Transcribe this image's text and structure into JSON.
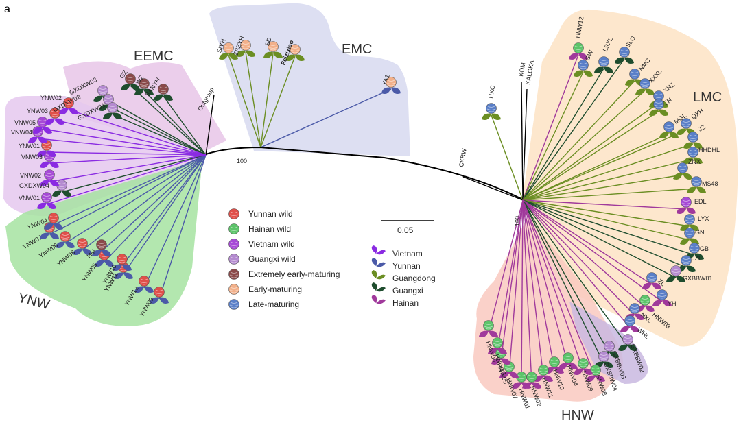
{
  "panel_label": "a",
  "scale_bar_label": "0.05",
  "bootstrap_labels": [
    "100",
    "100"
  ],
  "colors": {
    "vietnam": "#8a2be2",
    "yunnan": "#4b5aa8",
    "guangdong": "#6b8e23",
    "guangxi": "#1f4d2e",
    "hainan": "#a0399b",
    "yunnan_wild": "#e0504a",
    "hainan_wild": "#5cc46a",
    "vietnam_wild": "#a64ad6",
    "guangxi_wild": "#b48ad0",
    "extremely_early": "#8a4a4a",
    "early": "#f2b08a",
    "late": "#5a7fc8",
    "eemc_bg": "#e8c6e8",
    "emc_bg": "#d7d9f0",
    "lmc_bg": "#fde3c4",
    "ynw_bg": "#a6e3a1",
    "hnw_bg": "#f9c9c0",
    "purple_bg": "#e5c8ee",
    "gxbbw_bg": "#c9b8e0"
  },
  "groups": [
    {
      "label": "EEMC"
    },
    {
      "label": "EMC"
    },
    {
      "label": "LMC"
    },
    {
      "label": "YNW"
    },
    {
      "label": "HNW"
    }
  ],
  "legend_color": [
    {
      "label": "Yunnan wild",
      "color": "#e0504a"
    },
    {
      "label": "Hainan wild",
      "color": "#5cc46a"
    },
    {
      "label": "Vietnam wild",
      "color": "#a64ad6"
    },
    {
      "label": "Guangxi wild",
      "color": "#b48ad0"
    },
    {
      "label": "Extremely early-maturing",
      "color": "#8a4a4a"
    },
    {
      "label": "Early-maturing",
      "color": "#f2b08a"
    },
    {
      "label": "Late-maturing",
      "color": "#5a7fc8"
    }
  ],
  "legend_leaf": [
    {
      "label": "Vietnam",
      "color": "#8a2be2"
    },
    {
      "label": "Yunnan",
      "color": "#4b5aa8"
    },
    {
      "label": "Guangdong",
      "color": "#6b8e23"
    },
    {
      "label": "Guangxi",
      "color": "#1f4d2e"
    },
    {
      "label": "Hainan",
      "color": "#a0399b"
    }
  ],
  "tips": [
    {
      "label": "GXDXW03",
      "color": "#b48ad0",
      "leaf": "#1f4d2e"
    },
    {
      "label": "GXDXW02",
      "color": "#b48ad0",
      "leaf": "#1f4d2e"
    },
    {
      "label": "GXDXW01",
      "color": "#b48ad0",
      "leaf": "#1f4d2e"
    },
    {
      "label": "GZ",
      "color": "#8a4a4a",
      "leaf": "#1f4d2e"
    },
    {
      "label": "WZ",
      "color": "#8a4a4a",
      "leaf": "#1f4d2e"
    },
    {
      "label": "SANYH",
      "color": "#8a4a4a",
      "leaf": "#1f4d2e"
    },
    {
      "label": "Outgroup",
      "color": "",
      "leaf": ""
    },
    {
      "label": "SIYH",
      "color": "#f2b08a",
      "leaf": "#6b8e23"
    },
    {
      "label": "ZSZYH",
      "color": "#f2b08a",
      "leaf": "#6b8e23"
    },
    {
      "label": "SD",
      "color": "#f2b08a",
      "leaf": "#6b8e23"
    },
    {
      "label": "Feizixiao",
      "color": "#f2b08a",
      "leaf": "#6b8e23",
      "highlight": "#d62020"
    },
    {
      "label": "YA1",
      "color": "#f2b08a",
      "leaf": "#4b5aa8"
    },
    {
      "label": "CKRW",
      "color": "",
      "leaf": ""
    },
    {
      "label": "HXC",
      "color": "#5a7fc8",
      "leaf": "#6b8e23"
    },
    {
      "label": "KOM",
      "color": "",
      "leaf": ""
    },
    {
      "label": "KALOKA",
      "color": "",
      "leaf": ""
    },
    {
      "label": "HNW12",
      "color": "#5cc46a",
      "leaf": "#a0399b"
    },
    {
      "label": "GW",
      "color": "#5a7fc8",
      "leaf": "#6b8e23"
    },
    {
      "label": "LSXL",
      "color": "#5a7fc8",
      "leaf": "#1f4d2e"
    },
    {
      "label": "SLG",
      "color": "#5a7fc8",
      "leaf": "#1f4d2e"
    },
    {
      "label": "NMC",
      "color": "#5a7fc8",
      "leaf": "#6b8e23"
    },
    {
      "label": "XXXL",
      "color": "#5a7fc8",
      "leaf": "#6b8e23"
    },
    {
      "label": "XHZ",
      "color": "#5a7fc8",
      "leaf": "#6b8e23"
    },
    {
      "label": "ZH",
      "color": "#5a7fc8",
      "leaf": "#6b8e23"
    },
    {
      "label": "MGL",
      "color": "#5a7fc8",
      "leaf": "#6b8e23"
    },
    {
      "label": "QXH",
      "color": "#5a7fc8",
      "leaf": "#6b8e23"
    },
    {
      "label": "JZ",
      "color": "#5a7fc8",
      "leaf": "#6b8e23"
    },
    {
      "label": "HHDHL",
      "color": "#5a7fc8",
      "leaf": "#6b8e23"
    },
    {
      "label": "ZNX",
      "color": "#5a7fc8",
      "leaf": "#6b8e23"
    },
    {
      "label": "MS48",
      "color": "#5a7fc8",
      "leaf": "#6b8e23"
    },
    {
      "label": "EDL",
      "color": "#a64ad6",
      "leaf": "#a0399b"
    },
    {
      "label": "LYX",
      "color": "#5a7fc8",
      "leaf": "#6b8e23"
    },
    {
      "label": "GN",
      "color": "#5a7fc8",
      "leaf": "#6b8e23"
    },
    {
      "label": "GB",
      "color": "#5a7fc8",
      "leaf": "#1f4d2e"
    },
    {
      "label": "JZL",
      "color": "#5a7fc8",
      "leaf": "#1f4d2e"
    },
    {
      "label": "GXBBW01",
      "color": "#b48ad0",
      "leaf": "#1f4d2e"
    },
    {
      "label": "ZL",
      "color": "#5a7fc8",
      "leaf": "#a0399b"
    },
    {
      "label": "YH",
      "color": "#5a7fc8",
      "leaf": "#a0399b"
    },
    {
      "label": "HNW03",
      "color": "#5cc46a",
      "leaf": "#a0399b"
    },
    {
      "label": "NXL",
      "color": "#5a7fc8",
      "leaf": "#a0399b"
    },
    {
      "label": "WHL",
      "color": "#5a7fc8",
      "leaf": "#a0399b"
    },
    {
      "label": "GXBBW02",
      "color": "#b48ad0",
      "leaf": "#1f4d2e"
    },
    {
      "label": "GXBBW03",
      "color": "#b48ad0",
      "leaf": "#1f4d2e"
    },
    {
      "label": "GXBBW04",
      "color": "#b48ad0",
      "leaf": "#1f4d2e"
    },
    {
      "label": "HNW08",
      "color": "#5cc46a",
      "leaf": "#a0399b"
    },
    {
      "label": "HNW09",
      "color": "#5cc46a",
      "leaf": "#a0399b"
    },
    {
      "label": "HNW04",
      "color": "#5cc46a",
      "leaf": "#a0399b"
    },
    {
      "label": "HNW10",
      "color": "#5cc46a",
      "leaf": "#a0399b"
    },
    {
      "label": "HNW11",
      "color": "#5cc46a",
      "leaf": "#a0399b"
    },
    {
      "label": "HNW02",
      "color": "#5cc46a",
      "leaf": "#a0399b"
    },
    {
      "label": "HNW01",
      "color": "#5cc46a",
      "leaf": "#a0399b"
    },
    {
      "label": "HNW07",
      "color": "#5cc46a",
      "leaf": "#a0399b"
    },
    {
      "label": "HNW05",
      "color": "#5cc46a",
      "leaf": "#a0399b"
    },
    {
      "label": "HNW13",
      "color": "#5cc46a",
      "leaf": "#a0399b"
    },
    {
      "label": "HNW06",
      "color": "#5cc46a",
      "leaf": "#a0399b"
    },
    {
      "label": "YNW09",
      "color": "#e0504a",
      "leaf": "#4b5aa8"
    },
    {
      "label": "YNW12",
      "color": "#e0504a",
      "leaf": "#4b5aa8"
    },
    {
      "label": "YNW11",
      "color": "#e0504a",
      "leaf": "#4b5aa8"
    },
    {
      "label": "YNW10",
      "color": "#e0504a",
      "leaf": "#4b5aa8"
    },
    {
      "label": "YNW05",
      "color": "#e0504a",
      "leaf": "#4b5aa8"
    },
    {
      "label": "HM",
      "color": "#8a4a4a",
      "leaf": "#4b5aa8"
    },
    {
      "label": "YNW08",
      "color": "#e0504a",
      "leaf": "#4b5aa8"
    },
    {
      "label": "YNW06",
      "color": "#e0504a",
      "leaf": "#4b5aa8"
    },
    {
      "label": "YNW07",
      "color": "#e0504a",
      "leaf": "#4b5aa8"
    },
    {
      "label": "YNW04",
      "color": "#e0504a",
      "leaf": "#4b5aa8"
    },
    {
      "label": "VNW01",
      "color": "#a64ad6",
      "leaf": "#8a2be2"
    },
    {
      "label": "GXDXW04",
      "color": "#b48ad0",
      "leaf": "#1f4d2e"
    },
    {
      "label": "VNW02",
      "color": "#a64ad6",
      "leaf": "#8a2be2"
    },
    {
      "label": "VNW03",
      "color": "#a64ad6",
      "leaf": "#8a2be2"
    },
    {
      "label": "YNW01",
      "color": "#e0504a",
      "leaf": "#8a2be2"
    },
    {
      "label": "VNW04",
      "color": "#a64ad6",
      "leaf": "#8a2be2"
    },
    {
      "label": "VNW05",
      "color": "#a64ad6",
      "leaf": "#8a2be2"
    },
    {
      "label": "YNW03",
      "color": "#e0504a",
      "leaf": "#8a2be2"
    },
    {
      "label": "YNW02",
      "color": "#e0504a",
      "leaf": "#8a2be2"
    }
  ]
}
